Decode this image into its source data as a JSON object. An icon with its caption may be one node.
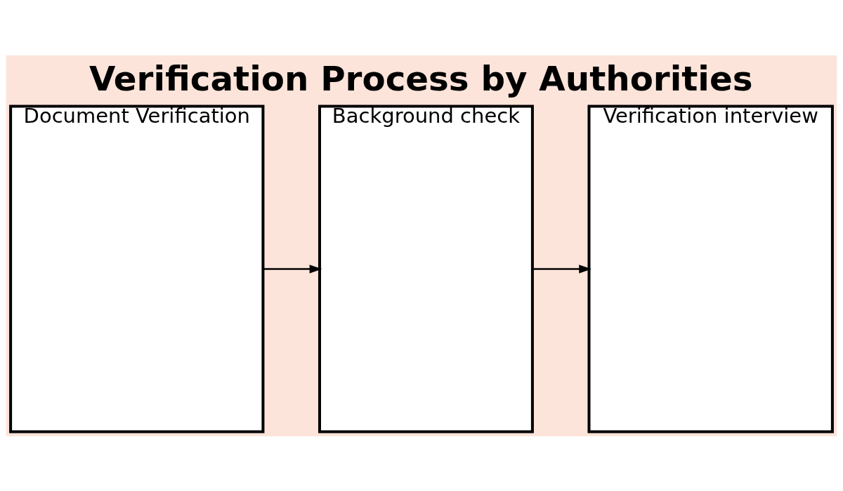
{
  "diagram": {
    "title": "Verification Process by Authorities",
    "nodes": [
      {
        "text": [
          "Document Verification"
        ]
      },
      {
        "text": [
          "Background check"
        ]
      },
      {
        "text": [
          "Verification interview"
        ]
      }
    ],
    "edges": [
      {
        "from": 0,
        "to": 1,
        "arrow": "to"
      },
      {
        "from": 1,
        "to": 2,
        "arrow": "to"
      }
    ]
  }
}
